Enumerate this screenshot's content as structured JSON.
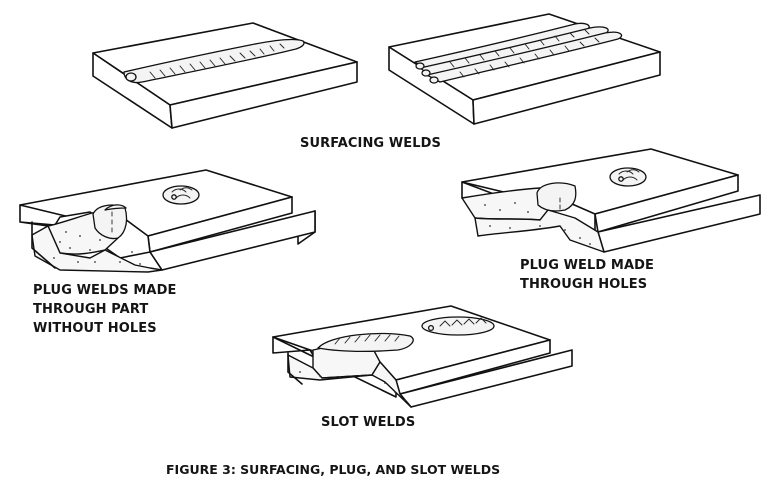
{
  "figure": {
    "caption": "FIGURE 3: SURFACING, PLUG, AND SLOT WELDS",
    "panels": [
      {
        "id": "surfacing-single",
        "group": "surfacing",
        "weld_beads": 1
      },
      {
        "id": "surfacing-multi",
        "group": "surfacing",
        "weld_beads": 3
      },
      {
        "id": "plug-without-holes",
        "group": "plug",
        "layers": 2
      },
      {
        "id": "plug-through-holes",
        "group": "plug",
        "layers": 2
      },
      {
        "id": "slot",
        "group": "slot",
        "layers": 2
      }
    ],
    "labels": {
      "surfacing": "SURFACING WELDS",
      "plug_without_holes": [
        "PLUG WELDS MADE",
        "THROUGH PART",
        "WITHOUT HOLES"
      ],
      "plug_through_holes": [
        "PLUG WELD MADE",
        "THROUGH HOLES"
      ],
      "slot": "SLOT WELDS"
    }
  }
}
